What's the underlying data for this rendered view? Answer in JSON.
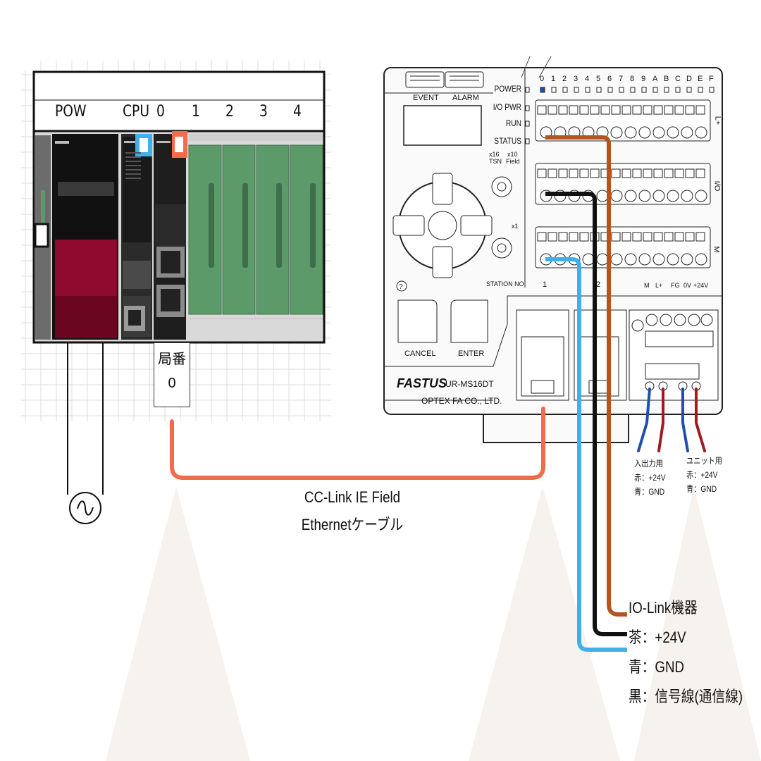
{
  "plc": {
    "slot_labels": [
      "POW",
      "CPU",
      "0",
      "1",
      "2",
      "3",
      "4"
    ],
    "station_label": "局番",
    "station_number": "0"
  },
  "device": {
    "brand": "FASTUS",
    "model": "UR-MS16DT",
    "maker": "OPTEX FA CO., LTD.",
    "buttons": {
      "event": "EVENT",
      "alarm": "ALARM",
      "cancel": "CANCEL",
      "enter": "ENTER"
    },
    "leds": [
      "POWER",
      "I/O PWR",
      "RUN",
      "STATUS"
    ],
    "channels": [
      "0",
      "1",
      "2",
      "3",
      "4",
      "5",
      "6",
      "7",
      "8",
      "9",
      "A",
      "B",
      "C",
      "D",
      "E",
      "F"
    ],
    "row_labels": [
      "L+",
      "I/O",
      "M"
    ],
    "switch_labels": {
      "tsn": "TSN",
      "x16": "x16",
      "x10": "x10",
      "field": "Field",
      "x1": "x1",
      "station_no": "STATION NO."
    },
    "port_labels": [
      "1",
      "2"
    ],
    "terminal_labels": [
      "M",
      "L+",
      "FG",
      "0V",
      "+24V"
    ],
    "help_icon": "question-icon"
  },
  "cable": {
    "line1": "CC-Link IE Field",
    "line2": "Ethernetケーブル",
    "color": "#f26b4a"
  },
  "power_notes": {
    "io": {
      "title": "入出力用",
      "red": "赤：+24V",
      "blue": "青：GND"
    },
    "unit": {
      "title": "ユニット用",
      "red": "赤：+24V",
      "blue": "青：GND"
    }
  },
  "iolink_legend": {
    "title": "IO-Link機器",
    "brown": "茶：+24V",
    "blue": "青：GND",
    "black": "黒：信号線(通信線)"
  },
  "colors": {
    "brown": "#b5541e",
    "black": "#111111",
    "blue": "#3fb0ec",
    "orange": "#f26b4a",
    "module_green": "#5c9a6a",
    "pow_red": "#8f0a2e",
    "wire_red": "#a01c1c",
    "wire_blue": "#1f4fae"
  },
  "icons": {
    "ac_source": "ac-source-icon"
  }
}
